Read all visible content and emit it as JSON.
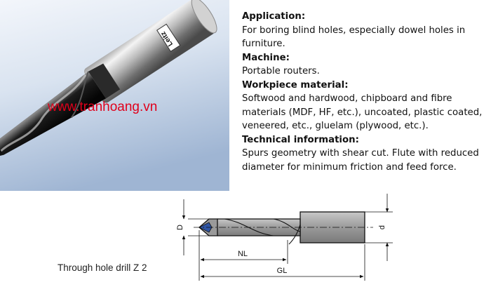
{
  "photo": {
    "brand_mark": "Leitz",
    "watermark": "www.tranhoang.vn"
  },
  "info": {
    "application_heading": "Application:",
    "application_text": "For boring blind holes, especially dowel holes in furniture.",
    "machine_heading": "Machine:",
    "machine_text": "Portable routers.",
    "workpiece_heading": "Workpiece material:",
    "workpiece_text": "Softwood and hardwood, chipboard and fibre materials (MDF, HF, etc.), uncoated, plastic coated, veneered, etc., gluelam (plywood, etc.).",
    "technical_heading": "Technical information:",
    "technical_text": "Spurs geometry with shear cut. Flute with reduced diameter for minimum friction and feed force."
  },
  "drawing": {
    "label_D": "D",
    "label_d": "d",
    "label_NL": "NL",
    "label_GL": "GL"
  },
  "caption": "Through hole drill Z 2",
  "colors": {
    "watermark": "#e0001b",
    "photo_bg_top": "#eef3fa",
    "photo_bg_bottom": "#9db3d2",
    "tip_blue": "#2f55a4"
  }
}
